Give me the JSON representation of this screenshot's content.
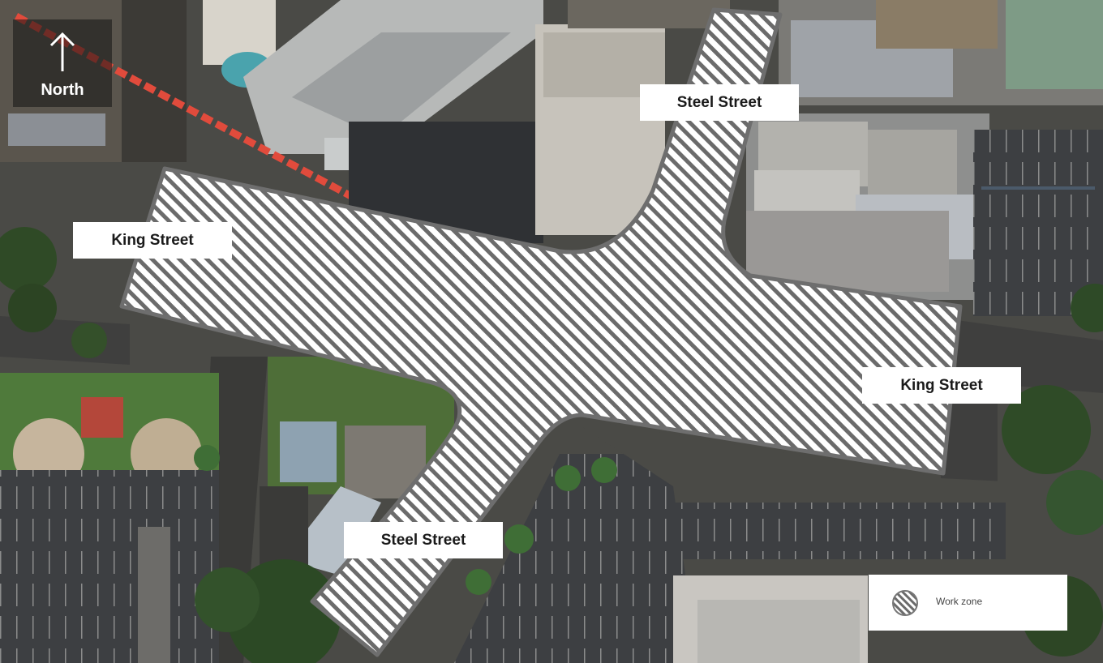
{
  "map": {
    "compass": {
      "label": "North",
      "icon": "north-arrow-icon"
    },
    "street_labels": {
      "steel_north": "Steel Street",
      "king_west": "King Street",
      "king_east": "King Street",
      "steel_south": "Steel Street"
    },
    "legend": {
      "items": [
        {
          "icon": "hatched-circle-icon",
          "label": "Work zone"
        }
      ]
    },
    "colors": {
      "work_zone_stripe": "#6b6b6b",
      "work_zone_fill": "#ffffff",
      "work_zone_border": "#6e6e6e",
      "label_background": "#ffffff"
    }
  }
}
